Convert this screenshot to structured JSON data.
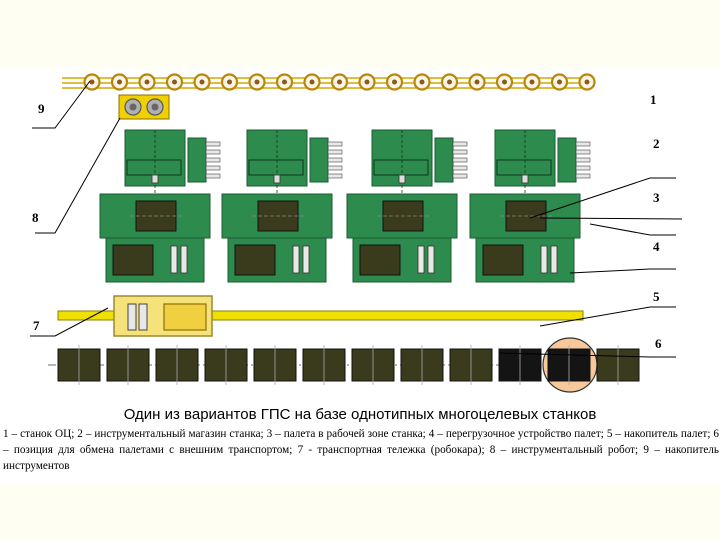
{
  "colors": {
    "machine_green": "#2e8b4e",
    "machine_dark": "#1a5c32",
    "pallet": "#3a3a1c",
    "tool_holder": "#b8860b",
    "rail_yellow": "#f0e000",
    "cart_yellow": "#f6e27a",
    "exchange_circle": "#f7c99a",
    "slot_black": "#141414"
  },
  "callouts": [
    "9",
    "8",
    "7",
    "1",
    "2",
    "3",
    "4",
    "5",
    "6"
  ],
  "caption": {
    "title": "Один из вариантов ГПС на базе однотипных многоцелевых станков",
    "legend": "1 – станок ОЦ;  2 – инструментальный магазин станка; 3 – палета в рабочей зоне станка; 4 – перегрузочное устройство палет; 5 – накопитель палет; 6 – позиция для обмена палетами с внешним транспортом; 7 - транспортная тележка (робокара); 8 – инструментальный робот; 9 – накопитель инструментов"
  }
}
